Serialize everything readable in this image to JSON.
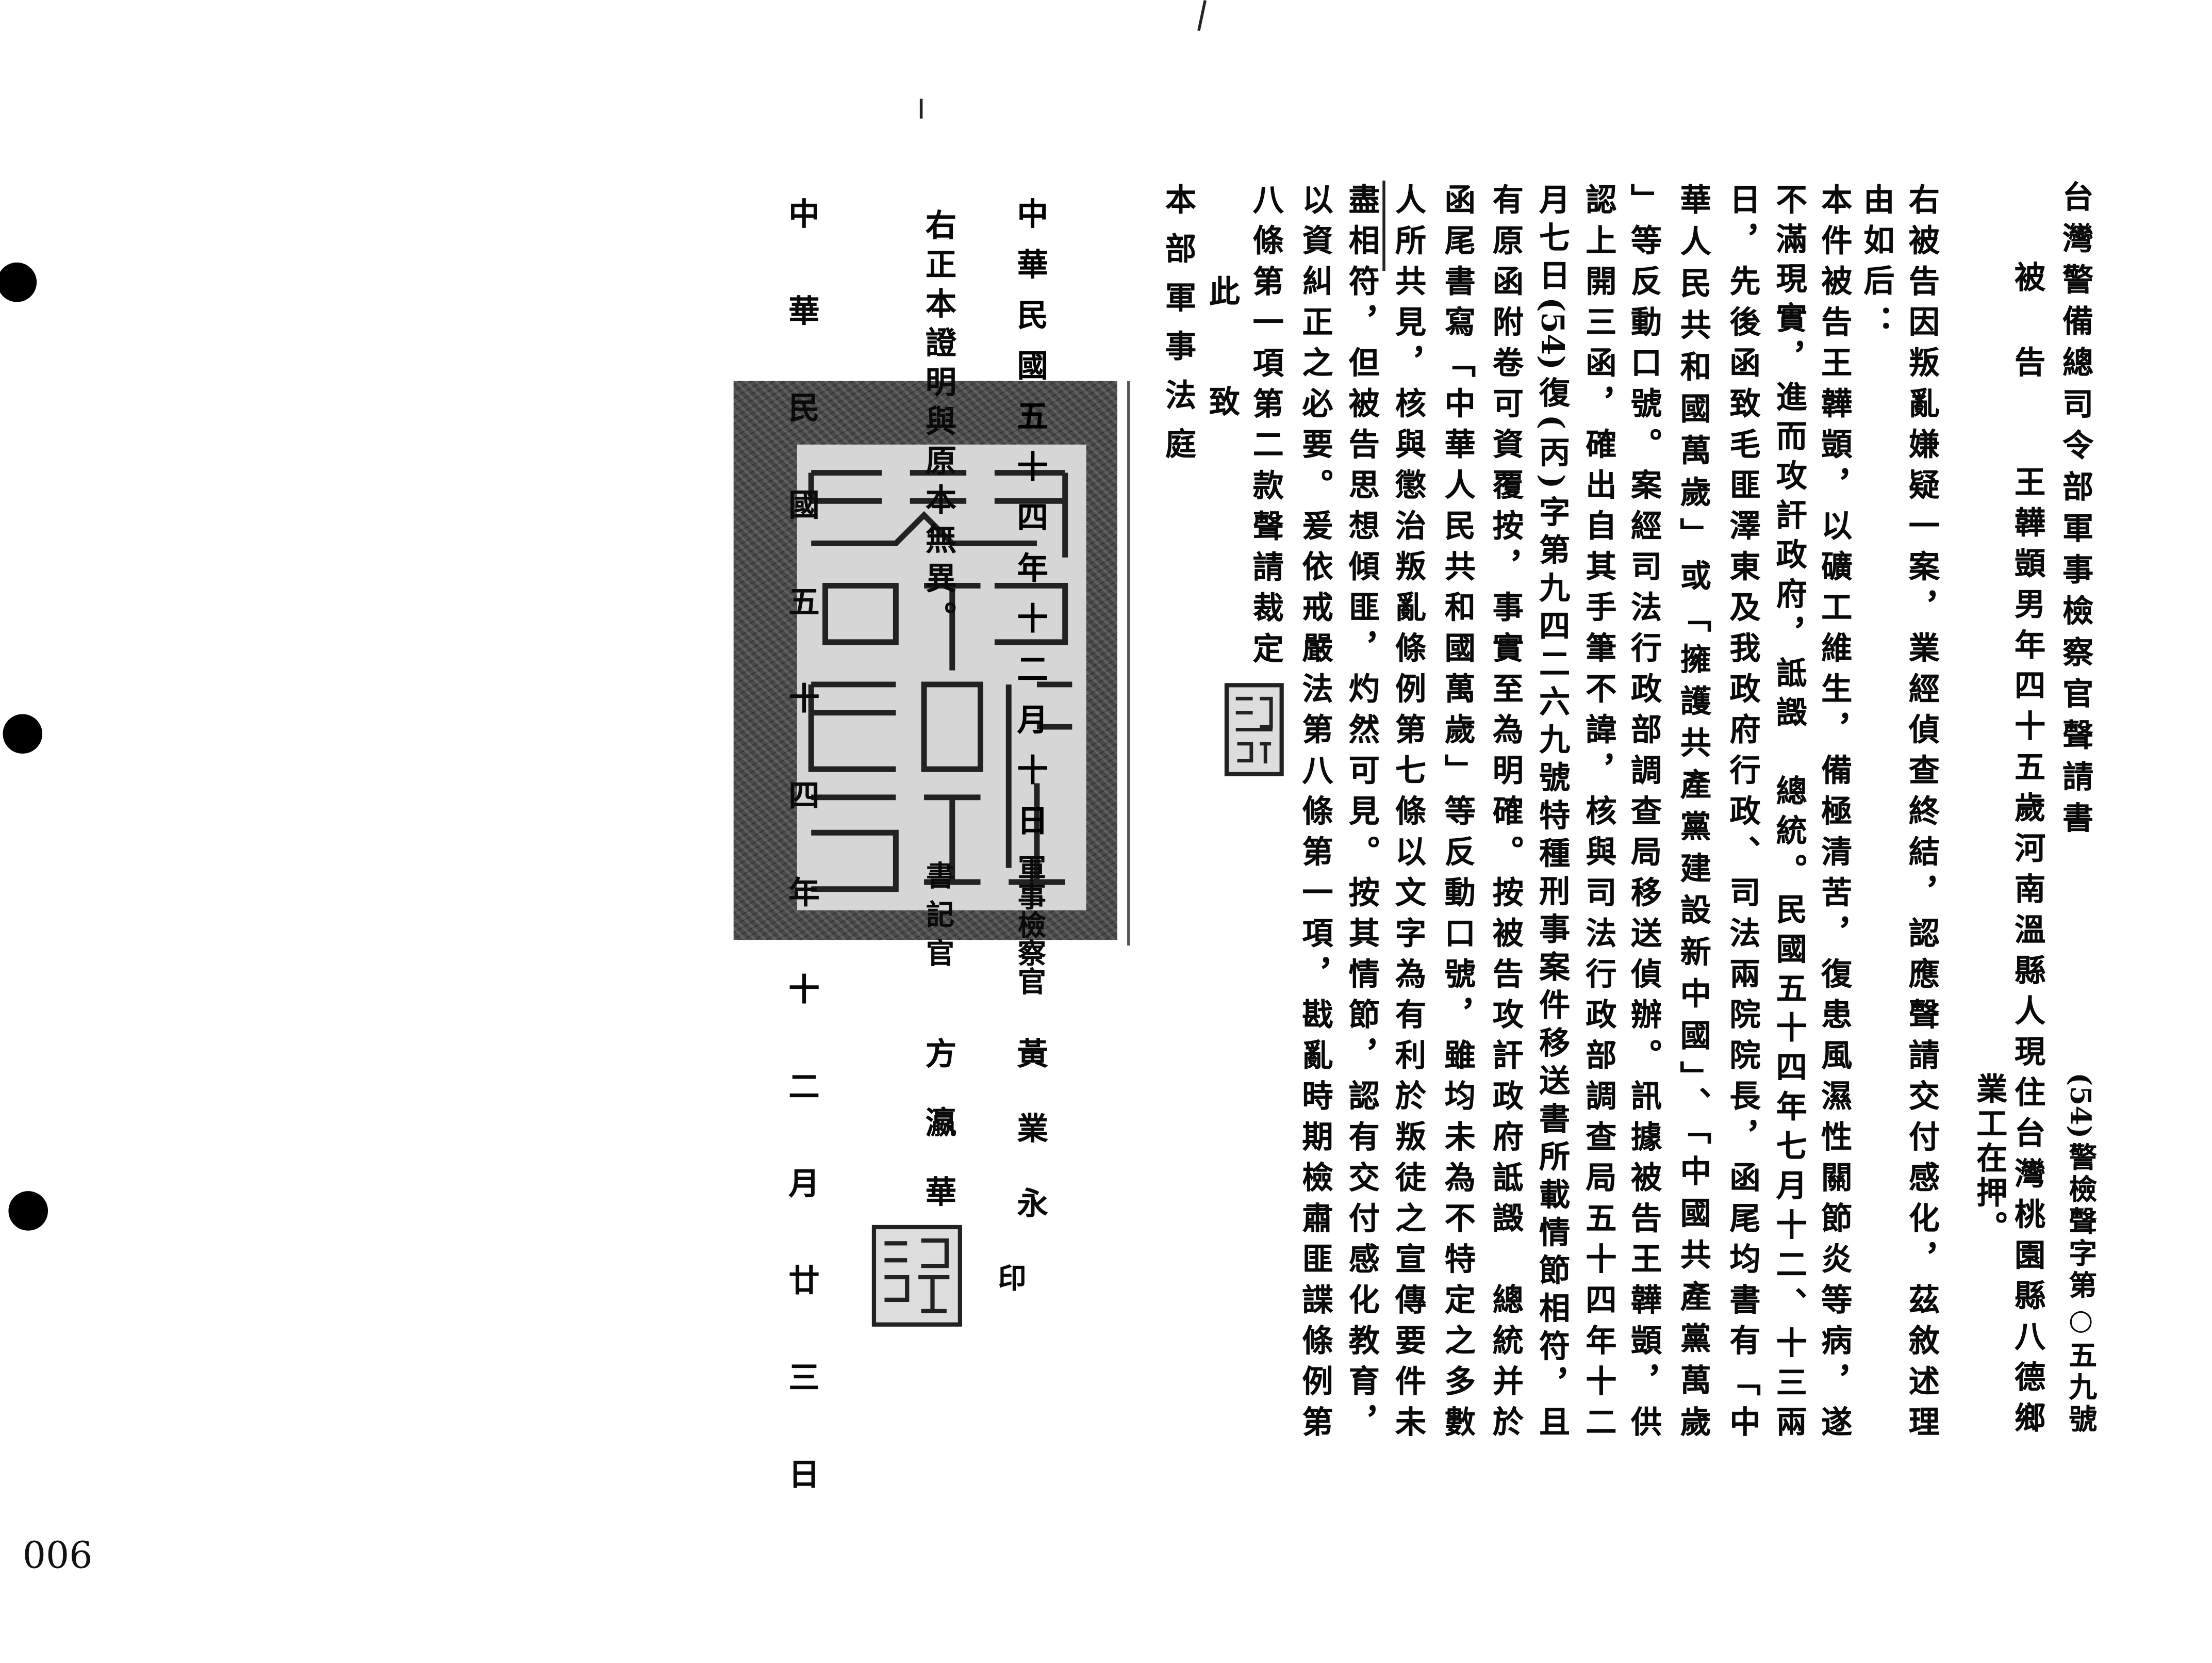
{
  "page_number": "006",
  "petition": {
    "title": "台灣警備總司令部軍事檢察官聲請書",
    "case_number": "(54)警檢聲字第○五九號",
    "defendant_label": "被告",
    "defendant_info": "王韡顗男年四十五歲河南溫縣人現住台灣桃園縣八德鄉",
    "occupation": "業工在押。",
    "body_columns": [
      "右被告因叛亂嫌疑一案，業經偵查終結，認應聲請交付感化，茲敘述理",
      "由如后：",
      "本件被告王韡顗，以礦工維生，備極清苦，復患風濕性關節炎等病，遂",
      "不滿現實，進而攻訐政府，詆譭　總統。民國五十四年七月十二、十三兩",
      "日，先後函致毛匪澤東及我政府行政、司法兩院院長，函尾均書有「中",
      "華人民共和國萬歲」或「擁護共產黨建設新中國」、「中國共產黨萬歲",
      "」等反動口號。案經司法行政部調查局移送偵辦。訊據被告王韡顗，供",
      "認上開三函，確出自其手筆不諱，核與司法行政部調查局五十四年十二",
      "月七日(54)復(丙)字第九四二六九號特種刑事案件移送書所載情節相符，且",
      "有原函附卷可資覆按，事實至為明確。按被告攻訐政府詆譭　總統并於",
      "函尾書寫「中華人民共和國萬歲」等反動口號，雖均未為不特定之多數",
      "人所共見，核與懲治叛亂條例第七條以文字為有利於叛徒之宣傳要件未",
      "盡相符，但被告思想傾匪，灼然可見。按其情節，認有交付感化教育，",
      "以資糾正之必要。爰依戒嚴法第八條第一項，戡亂時期檢肅匪諜條例第",
      "八條第一項第二款聲請裁定"
    ],
    "closing": "此致",
    "addressee": "本部軍事法庭"
  },
  "signature": {
    "date": "中華民國五十四年十二月十日",
    "prosecutor_title": "軍事檢察官",
    "prosecutor_name": "黃業永",
    "seal_mark": "印",
    "certification": "右正本證明與原本無異。",
    "clerk_title": "書記官",
    "clerk_name": "方瀛華",
    "certification_date": "中華民國五十四年十二月廿三日"
  },
  "colors": {
    "ink": "#0a0a0a",
    "stamp": "#4a4a4a",
    "paper": "#ffffff"
  }
}
